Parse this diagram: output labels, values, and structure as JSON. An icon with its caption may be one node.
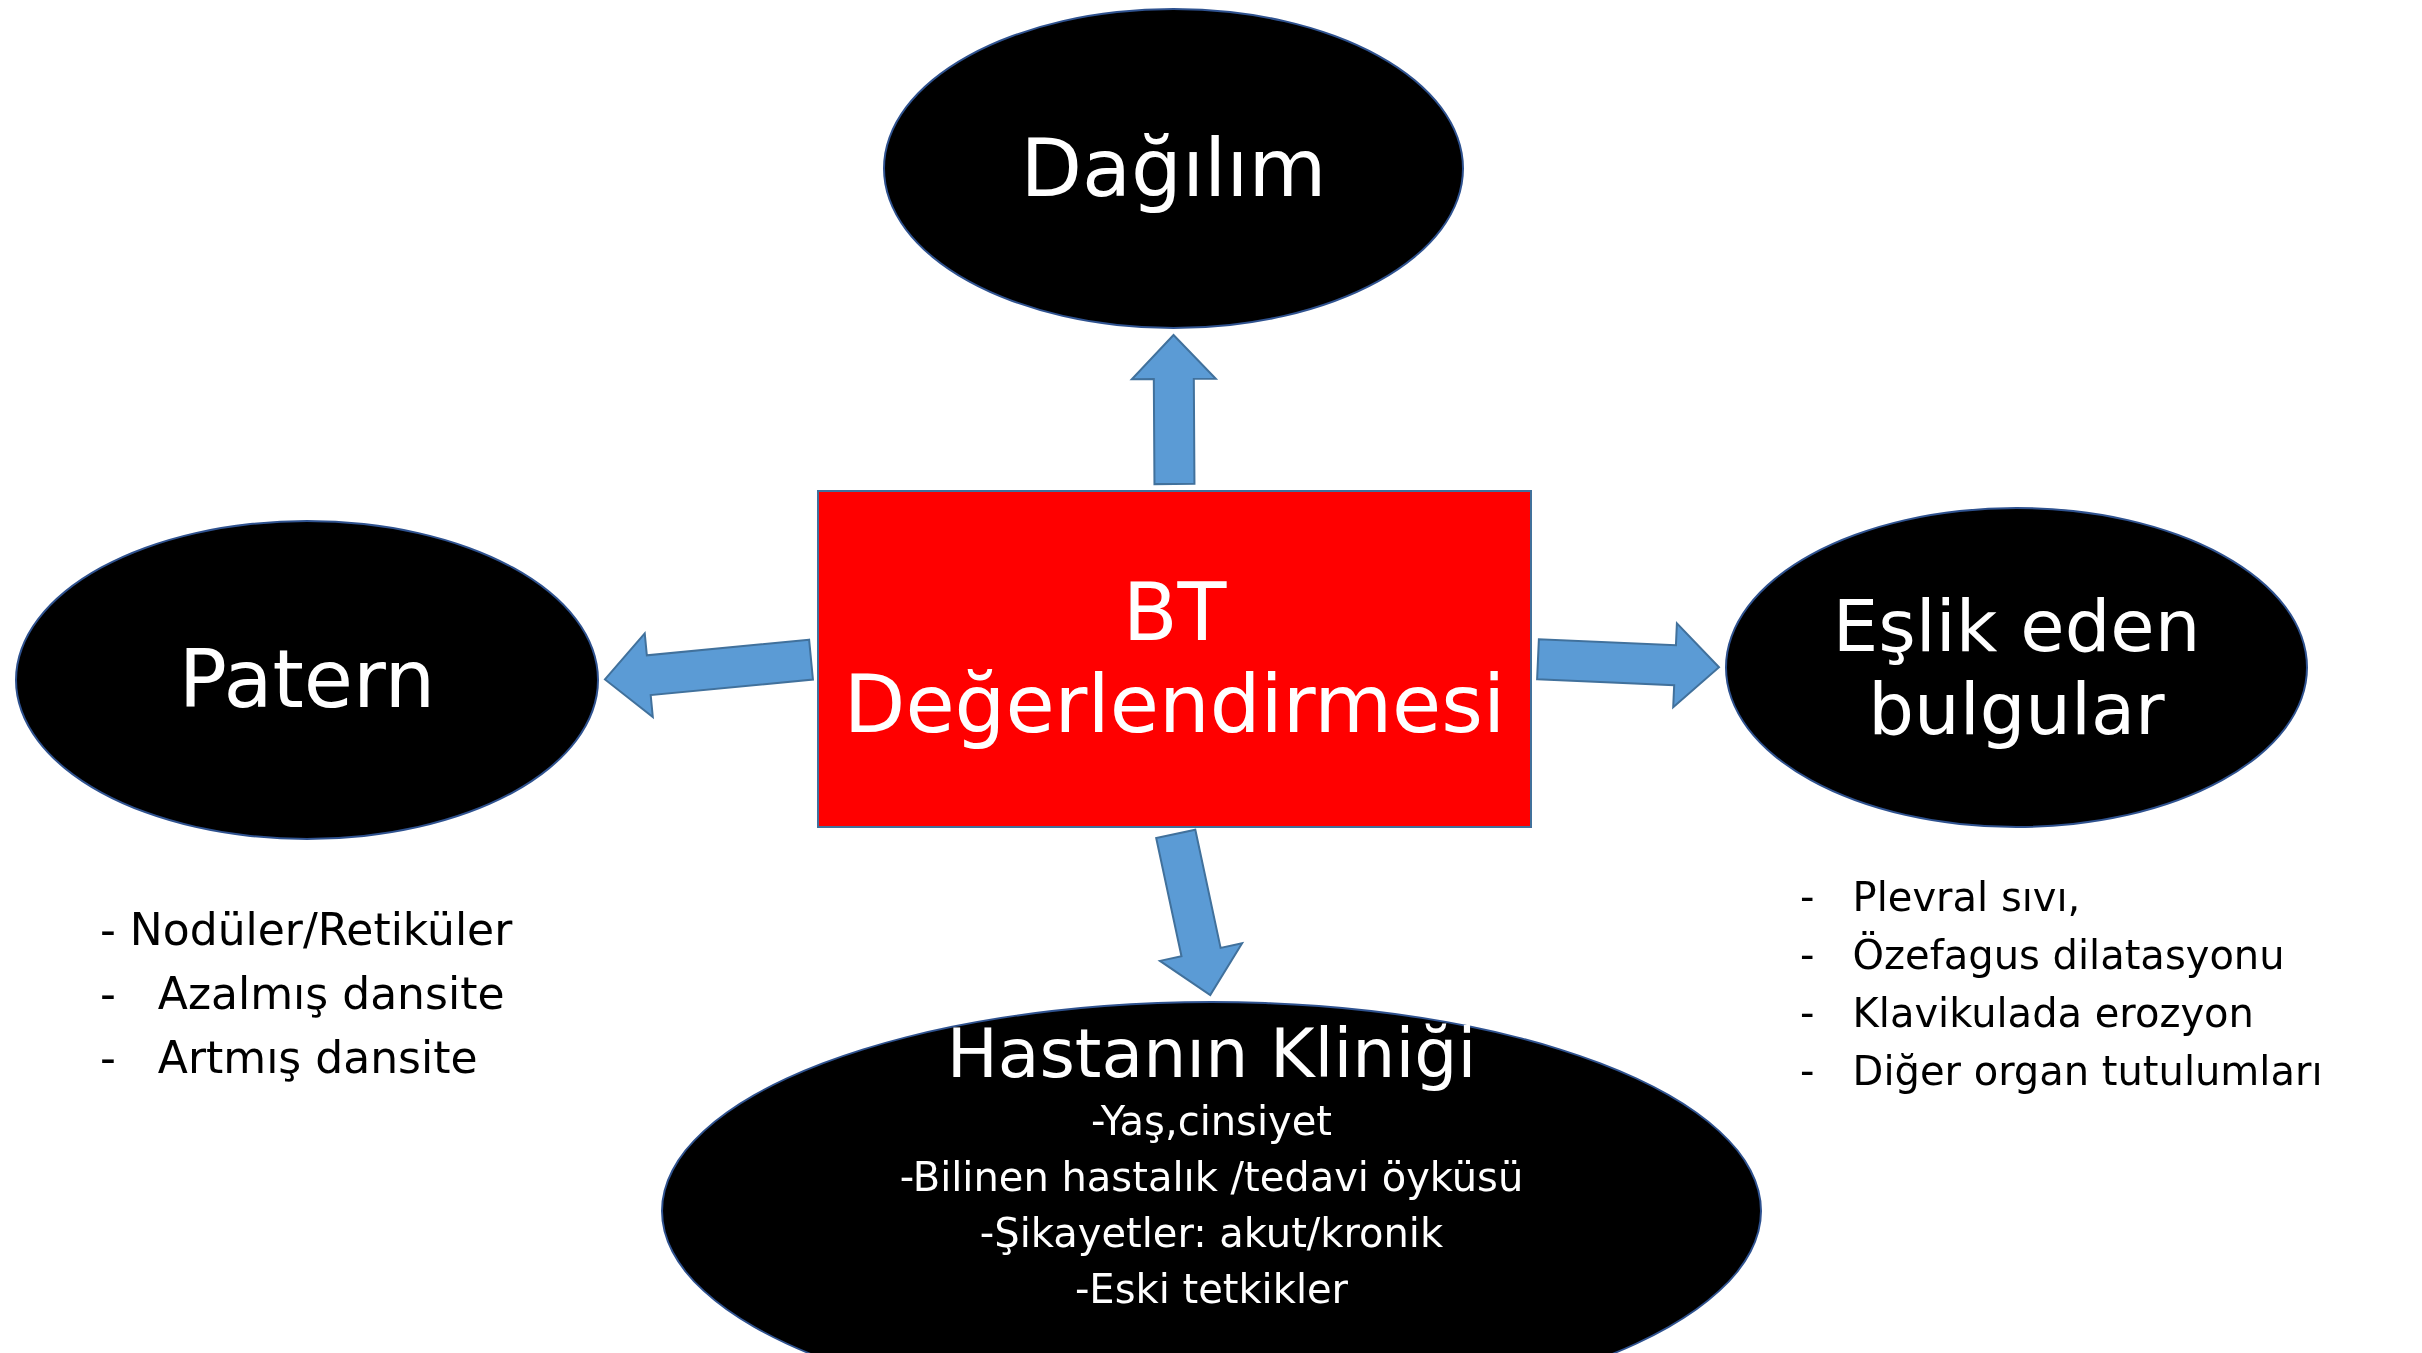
{
  "diagram": {
    "nodes": [
      {
        "text": [
          "Dağılım"
        ]
      },
      {
        "text": [
          "Patern"
        ],
        "beside": [
          "- Nodüler/Retiküler",
          "-   Azalmış dansite",
          "-   Artmış dansite"
        ]
      },
      {
        "text": [
          "BT Değerlendirmesi"
        ]
      },
      {
        "text": [
          "Eşlik eden bulgular"
        ],
        "beside": [
          "-   Plevral sıvı,",
          "-   Özefagus dilatasyonu",
          "-   Klavikulada erozyon",
          "-   Diğer organ tutulumları"
        ]
      },
      {
        "text": [
          "Hastanın Kliniği",
          "-Yaş,cinsiyet",
          "-Bilinen hastalık /tedavi öyküsü",
          "-Şikayetler: akut/kronik",
          "-Eski tetkikler"
        ]
      }
    ],
    "edges": [
      {
        "from": 2,
        "to": 0,
        "arrow": "to",
        "style": "thick"
      },
      {
        "from": 2,
        "to": 1,
        "arrow": "to",
        "style": "thick"
      },
      {
        "from": 2,
        "to": 3,
        "arrow": "to",
        "style": "thick"
      },
      {
        "from": 2,
        "to": 4,
        "arrow": "to",
        "style": "thick"
      }
    ]
  }
}
